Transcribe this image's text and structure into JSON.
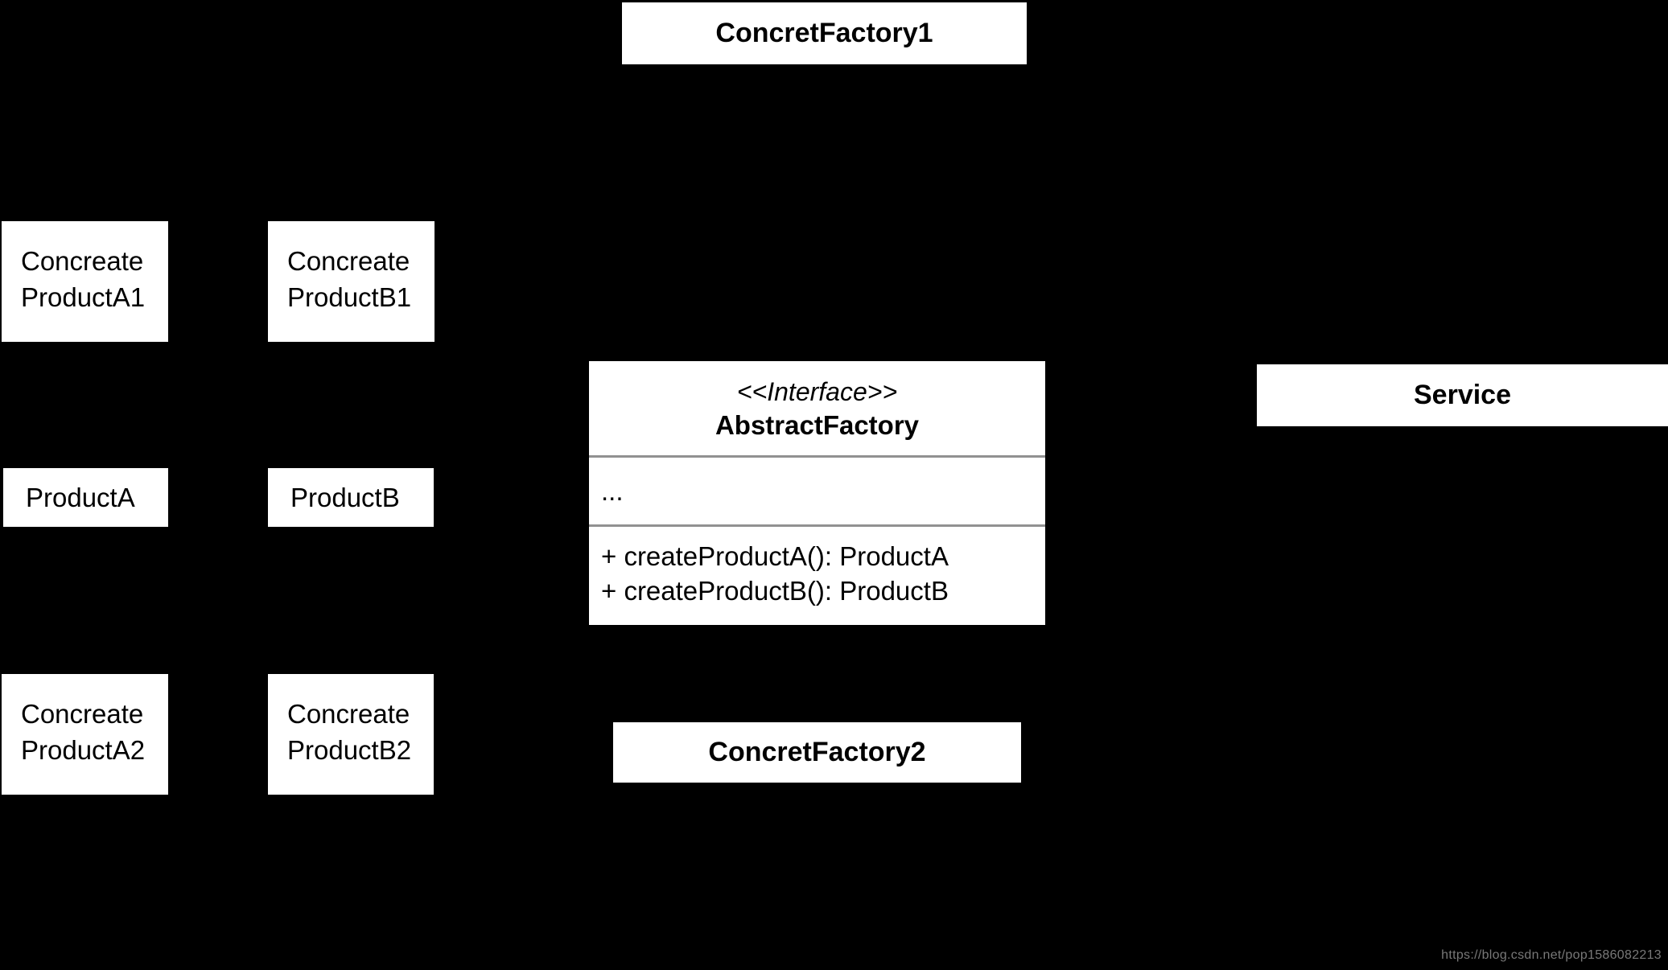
{
  "colors": {
    "background": "#000000",
    "box_fill": "#ffffff",
    "box_text": "#000000",
    "divider": "#919191",
    "watermark": "#787878"
  },
  "diagram": {
    "type": "uml-class-diagram",
    "pattern": "Abstract Factory",
    "nodes": {
      "concret_factory1": {
        "label": "ConcretFactory1"
      },
      "concreate_product_a1": {
        "line1": "Concreate",
        "line2": "ProductA1"
      },
      "concreate_product_b1": {
        "line1": "Concreate",
        "line2": "ProductB1"
      },
      "product_a": {
        "label": "ProductA"
      },
      "product_b": {
        "label": "ProductB"
      },
      "abstract_factory": {
        "stereotype": "<<Interface>>",
        "name": "AbstractFactory",
        "attributes": "...",
        "method1": "+ createProductA(): ProductA",
        "method2": "+ createProductB(): ProductB"
      },
      "service": {
        "label": "Service"
      },
      "concreate_product_a2": {
        "line1": "Concreate",
        "line2": "ProductA2"
      },
      "concreate_product_b2": {
        "line1": "Concreate",
        "line2": "ProductB2"
      },
      "concret_factory2": {
        "label": "ConcretFactory2"
      }
    }
  },
  "watermark": {
    "text": "https://blog.csdn.net/pop1586082213"
  }
}
